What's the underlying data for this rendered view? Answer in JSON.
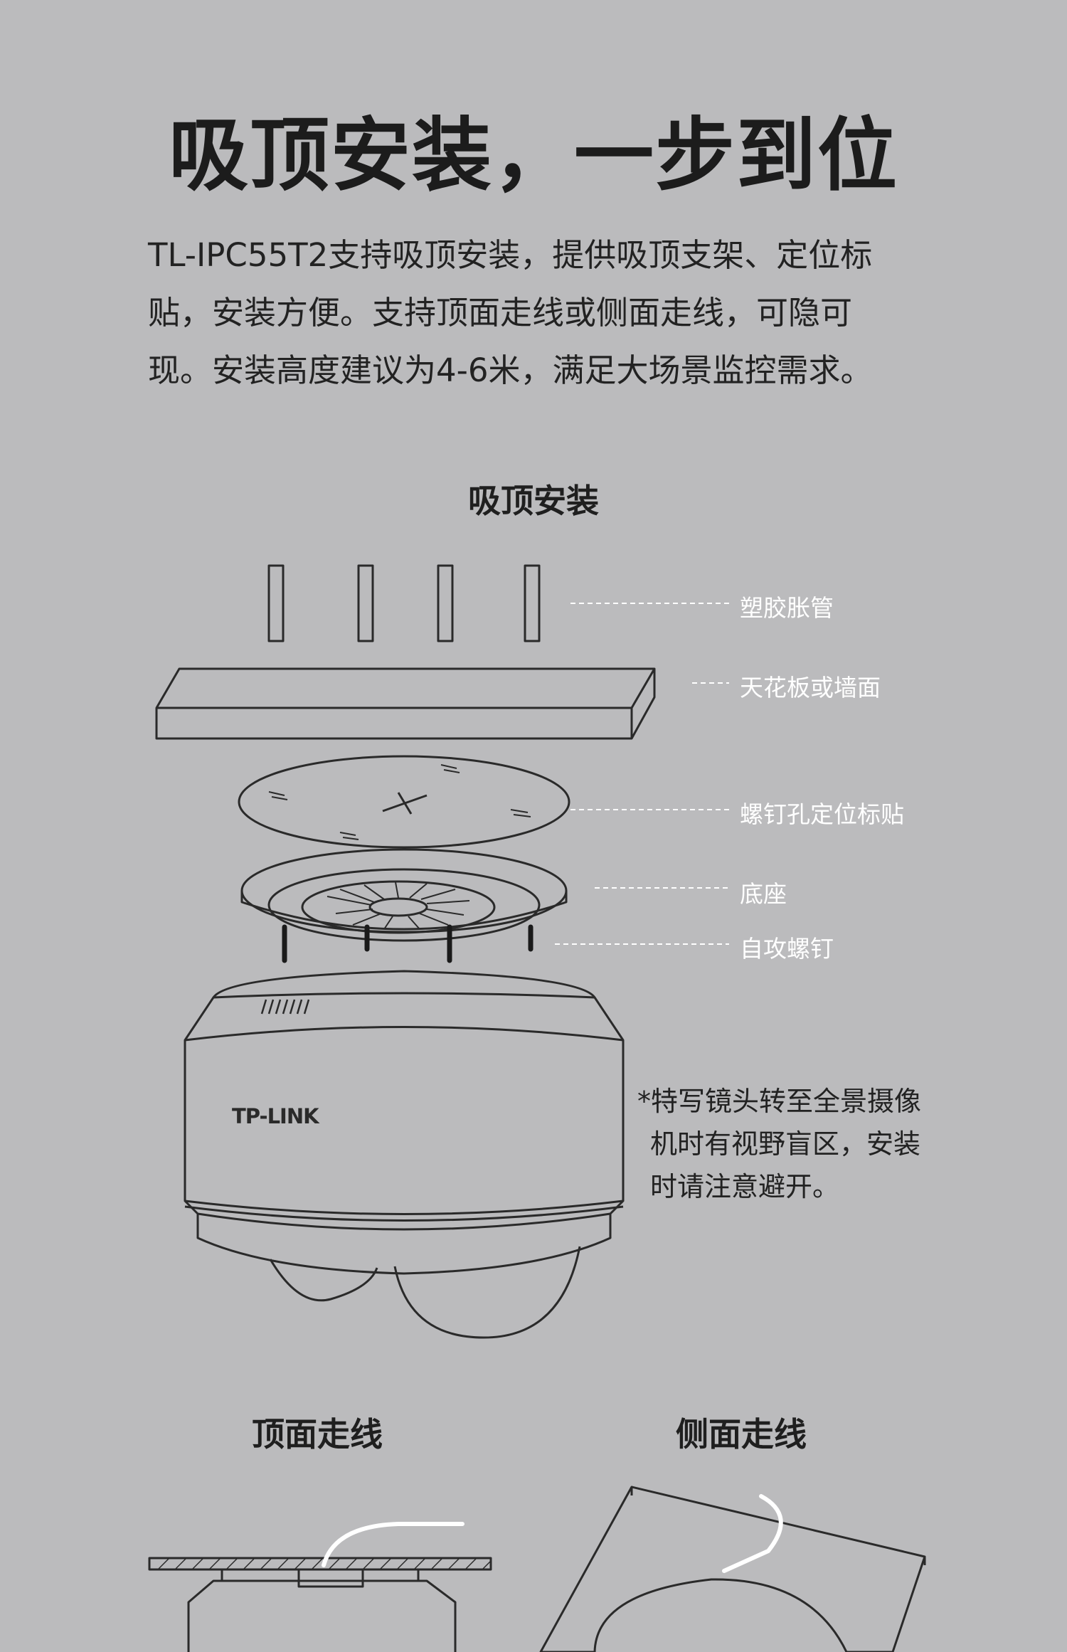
{
  "heading": "吸顶安装，一步到位",
  "intro": [
    "TL-IPC55T2支持吸顶安装，提供吸顶支架、定位标",
    "贴，安装方便。支持顶面走线或侧面走线，可隐可",
    "现。安装高度建议为4-6米，满足大场景监控需求。"
  ],
  "diagram": {
    "title": "吸顶安装",
    "labels": {
      "anchors": "塑胶胀管",
      "ceiling": "天花板或墙面",
      "sticker": "螺钉孔定位标贴",
      "base": "底座",
      "screws": "自攻螺钉"
    },
    "brand": "TP-LINK"
  },
  "note": [
    "*特写镜头转至全景摄像",
    "机时有视野盲区，安装",
    "时请注意避开。"
  ],
  "wiring": {
    "top": "顶面走线",
    "side": "侧面走线"
  }
}
